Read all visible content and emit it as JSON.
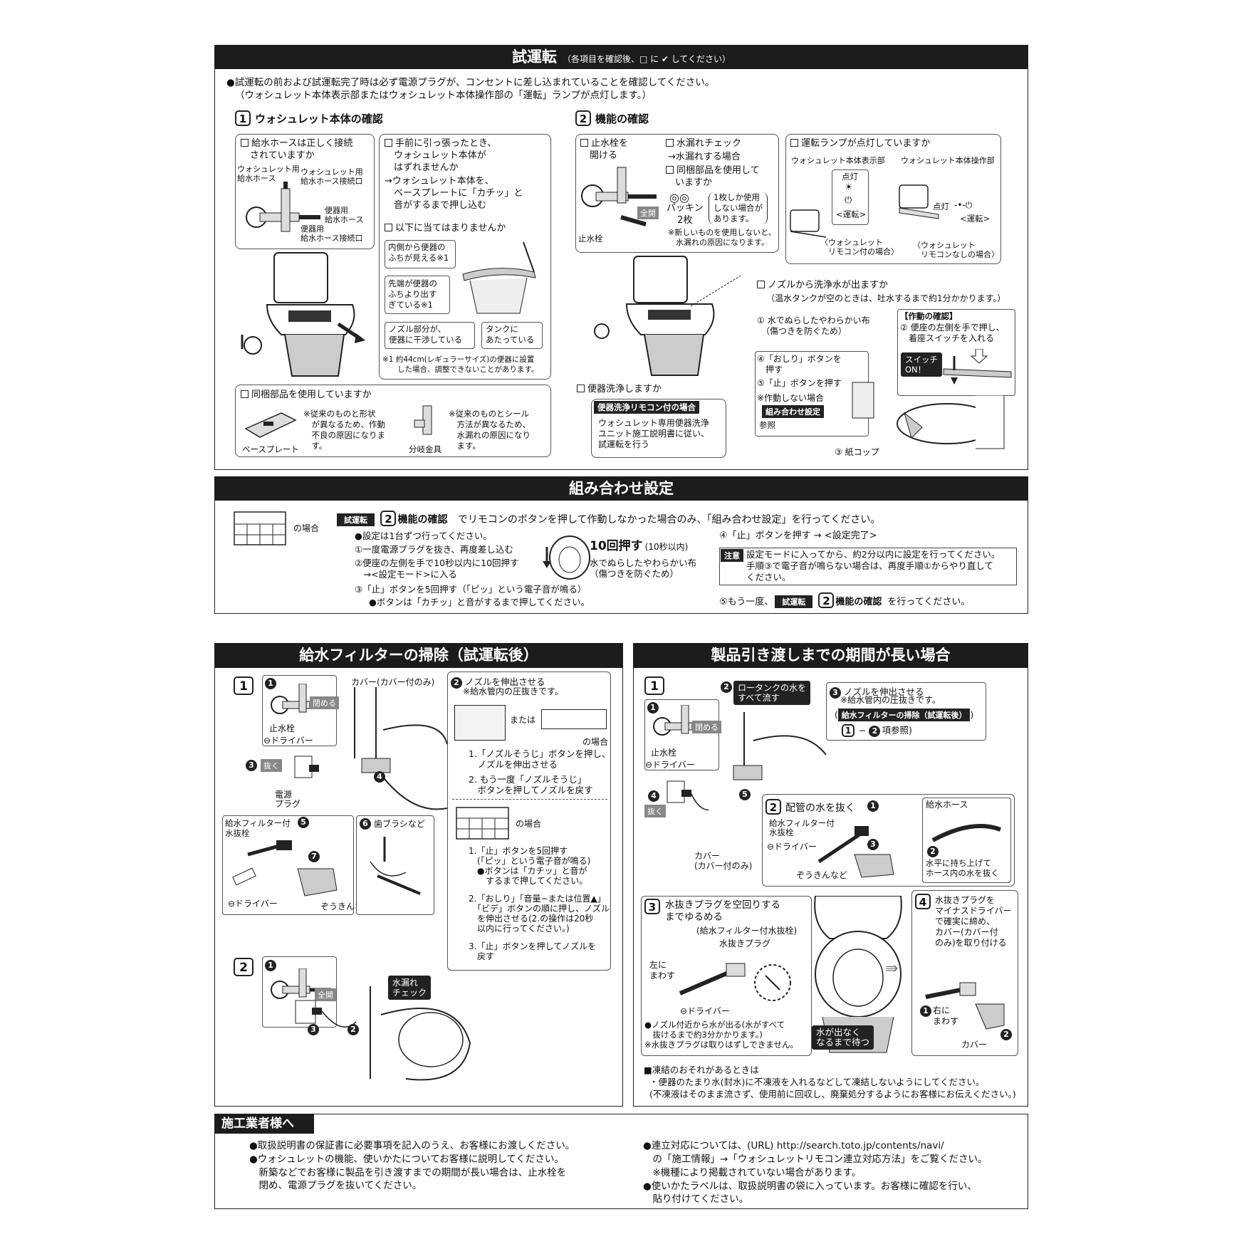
{
  "trial": {
    "title": "試運転",
    "title_note": "（各項目を確認後、□ に ✔ してください）",
    "intro1": "●試運転の前および試運転完了時は必ず電源プラグが、コンセントに差し込まれていることを確認してください。",
    "intro2": "（ウォシュレット本体表示部またはウォシュレット本体操作部の「運転」ランプが点灯します。）",
    "s1": {
      "num": "1",
      "title": "ウォシュレット本体の確認",
      "hose_check": "給水ホースは正しく接続\n　されていますか",
      "hose_label1": "ウォシュレット用\n給水ホース",
      "hose_label2": "ウォシュレット用\n給水ホース接続口",
      "hose_label3": "便器用\n給水ホース",
      "hose_label4": "便器用\n給水ホース接続口",
      "pull_check": "手前に引っ張ったとき、\n　ウォシュレット本体が\n　はずれませんか",
      "pull_action": "→ウォシュレット本体を、\n　ベースプレートに「カチッ」と\n　音がするまで押し込む",
      "fit_check": "以下に当てはまりませんか",
      "fit_a": "内側から便器の\nふちが見える※1",
      "fit_b": "先端が便器の\nふちより出す\nぎている※1",
      "fit_c": "ノズル部分が、\n便器に干渉している",
      "fit_d": "タンクに\nあたっている",
      "fit_note": "※1 約44cm(レギュラーサイズ)の便器に設置\n　　した場合、調整できないことがあります。",
      "parts_check": "同梱部品を使用していますか",
      "parts_note1": "※従来のものと形状\n　が異なるため、作動\n　不良の原因になりま\n　す。",
      "parts_label1": "ベースプレート",
      "parts_note2": "※従来のものとシール\n　方法が異なるため、\n　水漏れの原因になり\n　ます。",
      "parts_label2": "分岐金具"
    },
    "s2": {
      "num": "2",
      "title": "機能の確認",
      "valve_check": "止水栓を\n　開ける",
      "valve_label": "止水栓",
      "full_open": "全開",
      "leak_check": "水漏れチェック",
      "leak_arrow": "→水漏れする場合",
      "bundled_check": "同梱部品を使用して\n　いますか",
      "packing": "パッキン\n2枚",
      "packing_note": "1枚しか使用\nしない場合が\nあります。",
      "new_note": "※新しいものを使用しないと、\n　水漏れの原因になります。",
      "lamp_check": "運転ランプが点灯していますか",
      "lamp_disp": "ウォシュレット本体表示部",
      "lamp_op": "ウォシュレット本体操作部",
      "lit": "点灯",
      "unten": "<運転>",
      "remote_yes": "〈ウォシュレット\n　リモコン付の場合〉",
      "remote_no": "〈ウォシュレット\n　リモコンなしの場合〉",
      "nozzle_check": "ノズルから洗浄水が出ますか",
      "nozzle_note": "（温水タンクが空のときは、吐水するまで約1分かかります。）",
      "step1": "① 水でぬらしたやわらかい布\n　（傷つきを防ぐため）",
      "op_title": "【作動の確認】",
      "step2": "② 便座の左側を手で押し、\n　着座スイッチを入れる",
      "switch_on": "スイッチ\nON！",
      "step4": "④「おしり」ボタンを\n　押す",
      "step5": "⑤「止」ボタンを押す",
      "not_work": "※作動しない場合",
      "combo_tag": "組み合わせ設定",
      "ref": "参照",
      "cup": "③ 紙コップ",
      "flush_check": "便器洗浄しますか",
      "flush_remote": "便器洗浄リモコン付の場合",
      "flush_text": "ウォシュレット専用便器洗浄\nユニット施工説明書に従い、\n試運転を行う"
    }
  },
  "combo": {
    "title": "組み合わせ設定",
    "case": "の場合",
    "tag_trial": "試運転",
    "num": "2",
    "lead_func": "機能の確認",
    "lead_text": "でリモコンのボタンを押して作動しなかった場合のみ、「組み合わせ設定」を行ってください。",
    "once": "●設定は1台ずつ行ってください。",
    "c1": "①一度電源プラグを抜き、再度差し込む",
    "c2": "②便座の左側を手で10秒以内に10回押す\n　→<設定モード>に入る",
    "c3": "③「止」ボタンを5回押す（「ピッ」という電子音が鳴る）",
    "c3b": "●ボタンは「カチッ」と音がするまで押してください。",
    "ten": "10回押す",
    "ten_note": "(10秒以内)",
    "cloth": "水でぬらしたやわらかい布\n（傷つきを防ぐため）",
    "c4": "④「止」ボタンを押す → <設定完了>",
    "caution_tag": "注意",
    "caution": "設定モードに入ってから、約2分以内に設定を行ってください。\n手順③で電子音が鳴らない場合は、再度手順①からやり直して\nください。",
    "c5a": "⑤もう一度、",
    "c5b": "機能の確認",
    "c5c": "を行ってください。"
  },
  "filter": {
    "title": "給水フィルターの掃除（試運転後）",
    "n1": "1",
    "n2": "2",
    "close": "閉める",
    "valve": "止水栓",
    "driver": "⊖ドライバー",
    "pull": "抜く",
    "plug": "電源\nプラグ",
    "cover": "カバー(カバー付のみ)",
    "drain_plug": "給水フィルター付\n水抜栓",
    "driver2": "⊖ドライバー",
    "rag": "ぞうきんなど",
    "brush": "歯ブラシなど",
    "nozzle_out": "ノズルを伸出させる",
    "nozzle_note": "※給水管内の圧抜きです。",
    "or": "または",
    "case": "の場合",
    "a1": "1.「ノズルそうじ」ボタンを押し、\n　ノズルを伸出させる",
    "a2": "2. もう一度「ノズルそうじ」\n　ボタンを押してノズルを戻す",
    "case2": "の場合",
    "b1": "1.「止」ボタンを5回押す\n　(「ピッ」という電子音が鳴る)\n　●ボタンは「カチッ」と音が\n　　するまで押してください。",
    "b2": "2.「おしり」「音量−または位置▲」\n　「ビデ」ボタンの順に押し、ノズル\n　を伸出させる(2.の操作は20秒\n　以内に行ってください。)",
    "b3": "3.「止」ボタンを押してノズルを\n　戻す",
    "full": "全開",
    "leak": "水漏れ\nチェック"
  },
  "long": {
    "title": "製品引き渡しまでの期間が長い場合",
    "n1": "1",
    "n2": "2",
    "n3": "3",
    "n4": "4",
    "low_tank": "ロータンクの水を\nすべて流す",
    "nozzle_out": "ノズルを伸出させる",
    "nozzle_note": "※給水管内の圧抜きです。",
    "ref_tag": "給水フィルターの掃除（試運転後）",
    "ref_text": "項参照)",
    "close": "閉める",
    "valve": "止水栓",
    "driver": "⊖ドライバー",
    "pull": "抜く",
    "cover": "カバー\n(カバー付のみ)",
    "drain_title": "配管の水を抜く",
    "drain_plug": "給水フィルター付\n水抜栓",
    "driver2": "⊖ドライバー",
    "rag": "ぞうきんなど",
    "hose": "給水ホース",
    "hose_note": "水平に持ち上げて\nホース内の水を抜く",
    "s3_title": "水抜きプラグを空回りする\nまでゆるめる",
    "s3_label": "(給水フィルター付水抜栓)",
    "plug": "水抜きプラグ",
    "left": "左に\nまわす",
    "driver3": "⊖ドライバー",
    "s3_note": "●ノズル付近から水が出る(水がすべて\n　抜けるまで約3分かかります。)\n※水抜きプラグは取りはずしできません。",
    "wait": "水が出なく\nなるまで待つ",
    "s4_title": "水抜きプラグを\nマイナスドライバー\nで確実に締め、\nカバー(カバー付\nのみ)を取り付ける",
    "right": "右に\nまわす",
    "cover2": "カバー",
    "freeze_title": "■凍結のおそれがあるときは",
    "freeze_1": "・便器のたまり水(封水)に不凍液を入れるなどして凍結しないようにしてください。",
    "freeze_2": "(不凍液はそのまま流さず、使用前に回収し、廃棄処分するようにお客様にお伝えください。)"
  },
  "installer": {
    "title": "施工業者様へ",
    "l1": "●取扱説明書の保証書に必要事項を記入のうえ、お客様にお渡しください。",
    "l2": "●ウォシュレットの機能、使いかたについてお客様に説明してください。",
    "l3": "　新築などでお客様に製品を引き渡すまでの期間が長い場合は、止水栓を\n　閉め、電源プラグを抜いてください。",
    "r1": "●連立対応については、(URL) http://search.toto.jp/contents/navi/",
    "r2": "　の「施工情報」→「ウォシュレットリモコン連立対応方法」をご覧ください。",
    "r3": "　※機種により掲載されていない場合があります。",
    "r4": "●使いかたラベルは、取扱説明書の袋に入っています。お客様に確認を行い、\n　貼り付けてください。"
  }
}
